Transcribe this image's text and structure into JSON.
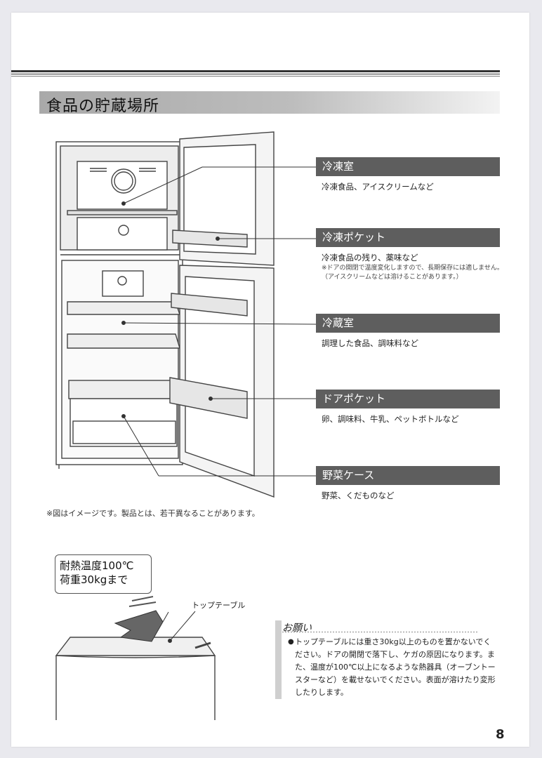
{
  "section": {
    "title": "食品の貯蔵場所"
  },
  "labels": [
    {
      "title": "冷凍室",
      "desc": "冷凍食品、アイスクリームなど"
    },
    {
      "title": "冷凍ポケット",
      "desc": "冷凍食品の残り、薬味など",
      "note": "※ドアの開閉で温度変化しますので、長期保存には適しません。（アイスクリームなどは溶けることがあります。）"
    },
    {
      "title": "冷蔵室",
      "desc": "調理した食品、調味料など"
    },
    {
      "title": "ドアポケット",
      "desc": "卵、調味料、牛乳、ペットボトルなど"
    },
    {
      "title": "野菜ケース",
      "desc": "野菜、くだものなど"
    }
  ],
  "footnote": "※図はイメージです。製品とは、若干異なることがあります。",
  "heat_box": {
    "line1": "耐熱温度100℃",
    "line2": "荷重30kgまで"
  },
  "top_table": {
    "label": "トップテーブル"
  },
  "request": {
    "title": "お願い",
    "text": "トップテーブルには重さ30kg以上のものを置かないでください。ドアの開閉で落下し、ケガの原因になります。また、温度が100℃以上になるような熱器具（オーブントースターなど）を載せないでください。表面が溶けたり変形したりします。"
  },
  "page_number": "8"
}
